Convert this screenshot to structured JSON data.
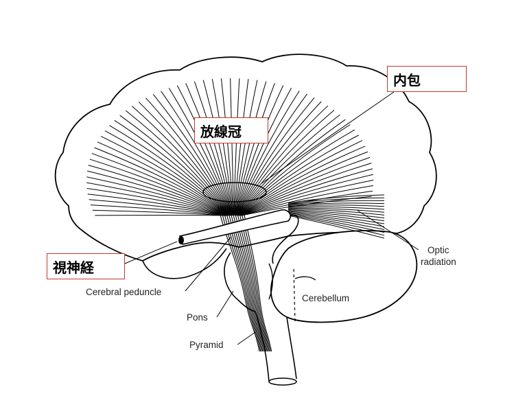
{
  "labels": {
    "internal_capsule": "内包",
    "corona_radiata": "放線冠",
    "optic_nerve": "視神経",
    "optic_radiation_line1": "Optic",
    "optic_radiation_line2": "radiation",
    "cerebral_peduncle": "Cerebral peduncle",
    "pons": "Pons",
    "pyramid": "Pyramid",
    "cerebellum": "Cerebellum"
  },
  "colors": {
    "label_border": "#c0392b",
    "line": "#000000"
  }
}
